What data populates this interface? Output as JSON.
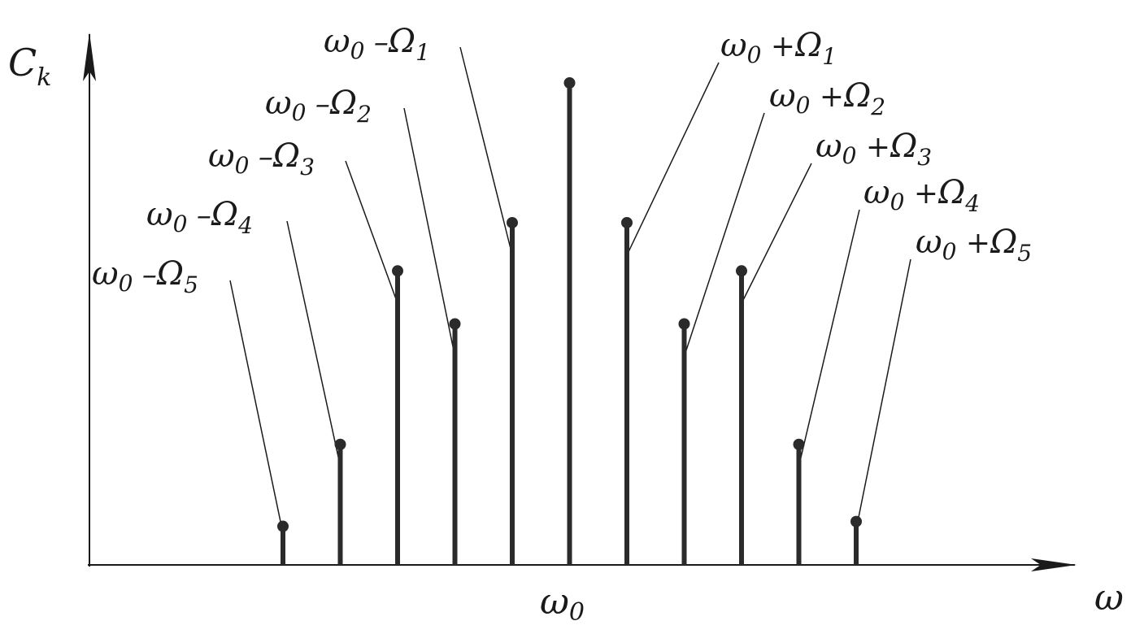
{
  "chart_data": {
    "type": "stem",
    "title": "",
    "ylabel": {
      "base": "C",
      "sub": "k"
    },
    "xlabel": "ω",
    "center_label": {
      "base": "ω",
      "sub": "0"
    },
    "ylim": [
      0,
      1
    ],
    "colors": {
      "stem": "#2b2b2b",
      "axis": "#1a1a1a",
      "leader": "#1a1a1a"
    },
    "stems": [
      {
        "label": {
          "a": "ω",
          "a_sub": "0",
          "op": " –",
          "b": "Ω",
          "b_sub": "5"
        },
        "value": 0.08
      },
      {
        "label": {
          "a": "ω",
          "a_sub": "0",
          "op": " –",
          "b": "Ω",
          "b_sub": "4"
        },
        "value": 0.25
      },
      {
        "label": {
          "a": "ω",
          "a_sub": "0",
          "op": " –",
          "b": "Ω",
          "b_sub": "3"
        },
        "value": 0.61
      },
      {
        "label": {
          "a": "ω",
          "a_sub": "0",
          "op": " –",
          "b": "Ω",
          "b_sub": "2"
        },
        "value": 0.5
      },
      {
        "label": {
          "a": "ω",
          "a_sub": "0",
          "op": " –",
          "b": "Ω",
          "b_sub": "1"
        },
        "value": 0.71
      },
      {
        "label": null,
        "value": 1.0
      },
      {
        "label": {
          "a": "ω",
          "a_sub": "0",
          "op": " +",
          "b": "Ω",
          "b_sub": "1"
        },
        "value": 0.71
      },
      {
        "label": {
          "a": "ω",
          "a_sub": "0",
          "op": " +",
          "b": "Ω",
          "b_sub": "2"
        },
        "value": 0.5
      },
      {
        "label": {
          "a": "ω",
          "a_sub": "0",
          "op": " +",
          "b": "Ω",
          "b_sub": "3"
        },
        "value": 0.61
      },
      {
        "label": {
          "a": "ω",
          "a_sub": "0",
          "op": " +",
          "b": "Ω",
          "b_sub": "4"
        },
        "value": 0.25
      },
      {
        "label": {
          "a": "ω",
          "a_sub": "0",
          "op": " +",
          "b": "Ω",
          "b_sub": "5"
        },
        "value": 0.09
      }
    ]
  }
}
